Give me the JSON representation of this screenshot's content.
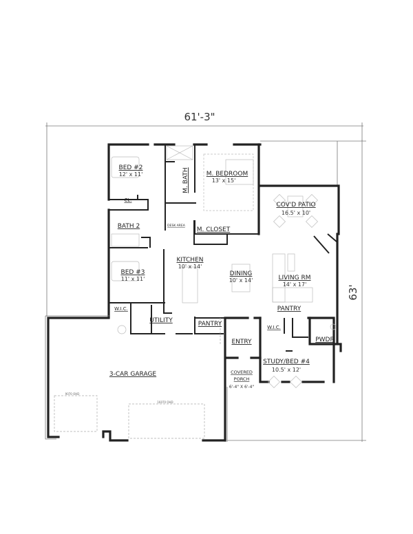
{
  "dimensions": {
    "width": "61'-3\"",
    "depth": "63'"
  },
  "rooms": [
    {
      "id": "bed2",
      "name": "BED #2",
      "size": "12' x 11'"
    },
    {
      "id": "mbath",
      "name": "M. BATH",
      "size": ""
    },
    {
      "id": "mbed",
      "name": "M. BEDROOM",
      "size": "13' x 15'"
    },
    {
      "id": "cl",
      "name": "CL.",
      "size": ""
    },
    {
      "id": "patio",
      "name": "COV'D PATIO",
      "size": "16.5' x 10'"
    },
    {
      "id": "bath2",
      "name": "BATH 2",
      "size": ""
    },
    {
      "id": "desk",
      "name": "DESK AREA",
      "size": ""
    },
    {
      "id": "mcloset",
      "name": "M. CLOSET",
      "size": ""
    },
    {
      "id": "kitchen",
      "name": "KITCHEN",
      "size": "10' x 14'"
    },
    {
      "id": "bed3",
      "name": "BED #3",
      "size": "11' x 11'"
    },
    {
      "id": "dining",
      "name": "DINING",
      "size": "10' x 14'"
    },
    {
      "id": "living",
      "name": "LIVING RM",
      "size": "14' x 17'"
    },
    {
      "id": "pantry1",
      "name": "PANTRY",
      "size": ""
    },
    {
      "id": "wic1",
      "name": "W.I.C.",
      "size": ""
    },
    {
      "id": "utility",
      "name": "UTILITY",
      "size": ""
    },
    {
      "id": "pantry2",
      "name": "PANTRY",
      "size": ""
    },
    {
      "id": "wic2",
      "name": "W.I.C.",
      "size": ""
    },
    {
      "id": "entry",
      "name": "ENTRY",
      "size": ""
    },
    {
      "id": "pwdr",
      "name": "PWDR",
      "size": ""
    },
    {
      "id": "study",
      "name": "STUDY/BED #4",
      "size": "10.5' x 12'"
    },
    {
      "id": "garage",
      "name": "3-CAR GARAGE",
      "size": ""
    },
    {
      "id": "porch",
      "name": "COVERED",
      "name2": "PORCH",
      "size": "6'-4\" X 6'-4\""
    }
  ],
  "garage_doors": [
    "9070 OHD",
    "16070 OHD"
  ]
}
